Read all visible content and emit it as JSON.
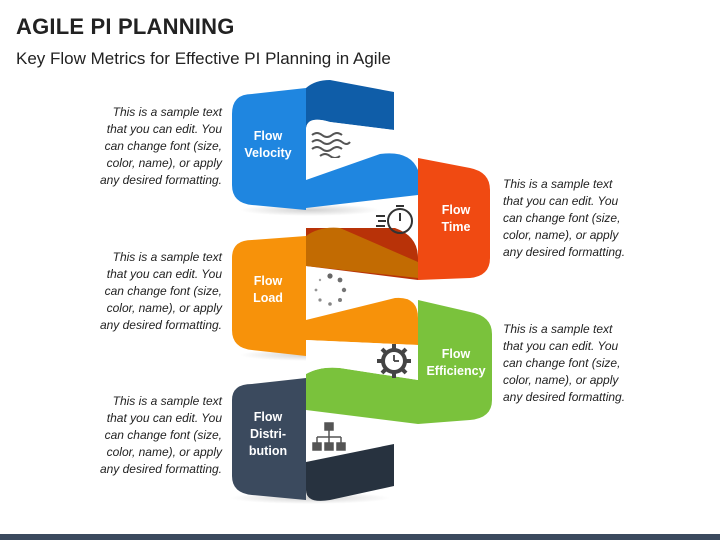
{
  "title": "AGILE PI PLANNING",
  "subtitle": "Key Flow Metrics for Effective PI Planning in Agile",
  "steps": [
    {
      "label": "Flow\nVelocity",
      "color": "#1f86e0",
      "dark": "#0f5da8",
      "icon": "waves-icon",
      "text": "This is a sample text\nthat you can edit. You\ncan change font (size,\ncolor, name), or apply\nany desired formatting."
    },
    {
      "label": "Flow\nTime",
      "color": "#f04a12",
      "dark": "#b83208",
      "icon": "stopwatch-icon",
      "text": "This is a sample text\nthat you can edit. You\ncan change font (size,\ncolor, name), or apply\nany desired formatting."
    },
    {
      "label": "Flow\nLoad",
      "color": "#f7920a",
      "dark": "#c26b02",
      "icon": "loading-spinner-icon",
      "text": "This is a sample text\nthat you can edit. You\ncan change font (size,\ncolor, name), or apply\nany desired formatting."
    },
    {
      "label": "Flow\nEfficiency",
      "color": "#7ac23c",
      "dark": "#4f8d1d",
      "icon": "gear-clock-icon",
      "text": "This is a sample text\nthat you can edit. You\ncan change font (size,\ncolor, name), or apply\nany desired formatting."
    },
    {
      "label": "Flow\nDistri-\nbution",
      "color": "#3b4a5e",
      "dark": "#27323f",
      "icon": "hierarchy-icon",
      "text": "This is a sample text\nthat you can edit. You\ncan change font (size,\ncolor, name), or apply\nany desired formatting."
    }
  ]
}
